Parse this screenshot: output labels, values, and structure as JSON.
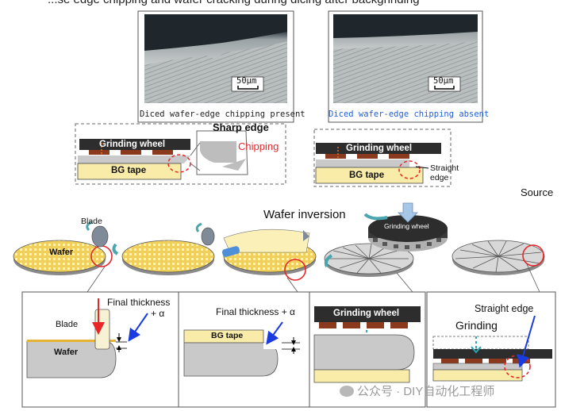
{
  "header": {
    "text": "...se edge chipping and wafer cracking during dicing after backgrinding"
  },
  "top_left": {
    "scale": "50μm",
    "caption": "Diced wafer-edge chipping present",
    "grinding_wheel": "Grinding wheel",
    "bg_tape": "BG tape",
    "sharp_edge": "Sharp edge",
    "chipping": "Chipping"
  },
  "top_right": {
    "scale": "50μm",
    "caption": "Diced wafer-edge chipping absent",
    "grinding_wheel": "Grinding wheel",
    "bg_tape": "BG tape",
    "straight_edge": "Straight\nedge"
  },
  "source": "Source",
  "bottom": {
    "blade": "Blade",
    "wafer_disk": "Wafer",
    "wafer_inversion": "Wafer inversion",
    "grinding_wheel_disk": "Grinding wheel",
    "panel1": {
      "blade": "Blade",
      "final_thickness": "Final thickness",
      "plus_alpha": "+ α",
      "wafer": "Wafer"
    },
    "panel2": {
      "final_thickness": "Final thickness + α",
      "bg_tape": "BG tape"
    },
    "panel3": {
      "grinding_wheel": "Grinding wheel"
    },
    "panel4": {
      "straight_edge": "Straight edge",
      "grinding": "Grinding"
    }
  },
  "watermark": "公众号 · DIY自动化工程师",
  "colors": {
    "wafer_yellow": "#f0cf5a",
    "tape_yellow": "#f8eca8",
    "wheel_dark": "#2d2d2d",
    "pad_brown": "#8b3a1e",
    "gray": "#c9c9c9",
    "red": "#e8262a",
    "blue": "#1a3be0",
    "teal": "#2aa6b0",
    "caption_blue": "#1f5fd8"
  }
}
